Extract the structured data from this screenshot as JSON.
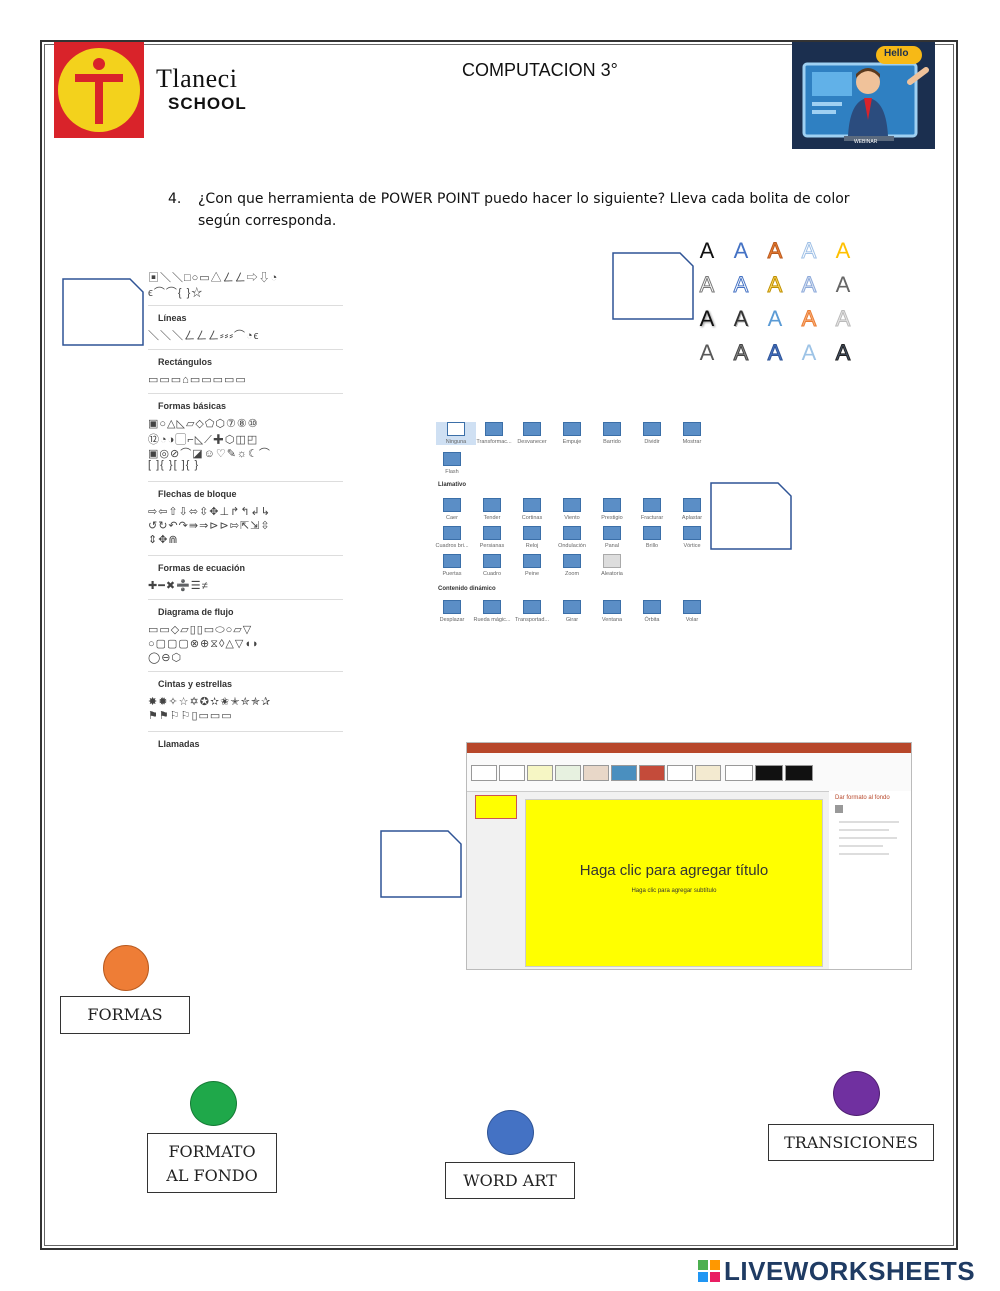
{
  "header": {
    "school_name": "Tlaneci",
    "school_sub": "SCHOOL",
    "title": "COMPUTACION 3°",
    "hello_bubble": "Hello",
    "webinar_label": "WEBINAR"
  },
  "question": {
    "number": "4.",
    "text": "¿Con que herramienta de POWER POINT puedo hacer lo siguiente? Lleva cada bolita de color según corresponda."
  },
  "shapes_panel": {
    "sections": [
      "Líneas",
      "Rectángulos",
      "Formas básicas",
      "Flechas de bloque",
      "Formas de ecuación",
      "Diagrama de flujo",
      "Cintas y estrellas",
      "Llamadas"
    ]
  },
  "wordart": {
    "letter": "A"
  },
  "transitions": {
    "row1": [
      "Ninguna",
      "Transformac...",
      "Desvanecer",
      "Empuje",
      "Barrido",
      "Dividir",
      "Mostrar"
    ],
    "row1b": [
      "Flash"
    ],
    "section2": "Llamativo",
    "row2": [
      "Caer",
      "Tender",
      "Cortinas",
      "Viento",
      "Prestigio",
      "Fracturar",
      "Aplastar"
    ],
    "row3": [
      "Cuadros bri...",
      "Persianas",
      "Reloj",
      "Ondulación",
      "Panal",
      "Brillo",
      "Vórtice"
    ],
    "row4": [
      "Puertas",
      "Cuadro",
      "Peine",
      "Zoom",
      "Aleatoria"
    ],
    "section3": "Contenido dinámico",
    "row5": [
      "Desplazar",
      "Rueda mágic...",
      "Transportad...",
      "Girar",
      "Ventana",
      "Órbita",
      "Volar"
    ]
  },
  "ppt": {
    "slide_title": "Haga clic para agregar título",
    "slide_subtitle": "Haga clic para agregar subtítulo",
    "pane_title": "Dar formato al fondo"
  },
  "labels": {
    "formas": "FORMAS",
    "formato_line1": "FORMATO",
    "formato_line2": "AL FONDO",
    "word_art": "WORD ART",
    "transiciones": "TRANSICIONES"
  },
  "colors": {
    "orange": "#ee7d36",
    "green": "#1fa84a",
    "blue": "#4472c4",
    "purple": "#7030a0"
  },
  "footer": {
    "brand": "LIVEWORKSHEETS"
  }
}
